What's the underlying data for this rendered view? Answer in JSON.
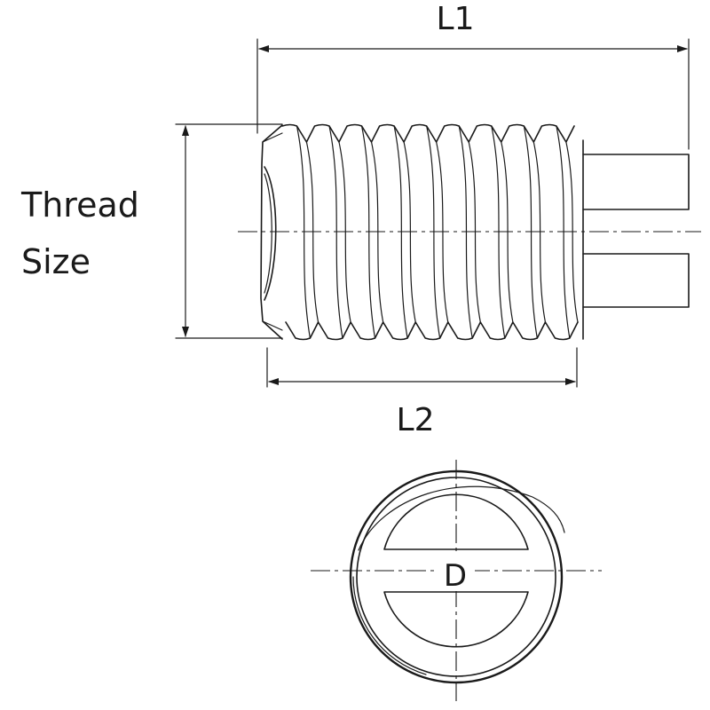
{
  "labels": {
    "l1": "L1",
    "l2": "L2",
    "thread_line1": "Thread",
    "thread_line2": "Size",
    "d": "D"
  },
  "colors": {
    "ink": "#1a1a1a",
    "background": "#ffffff"
  },
  "figure": {
    "thread_crests": 9
  }
}
